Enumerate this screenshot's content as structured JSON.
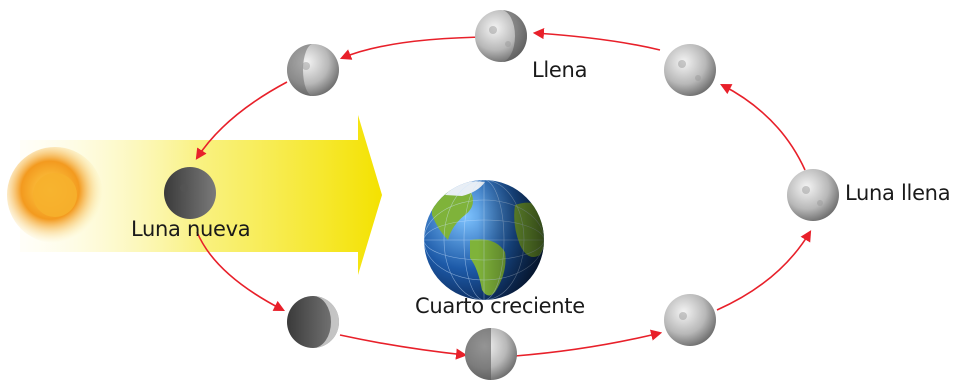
{
  "labels": {
    "llena": "Llena",
    "luna_llena": "Luna llena",
    "luna_nueva": "Luna nueva",
    "cuarto_creciente": "Cuarto creciente"
  },
  "colors": {
    "orbit": "#e8202a",
    "sun": "#f2a21e",
    "beam": "#f7e600",
    "ocean": "#1d5aa8",
    "land": "#7fb33a"
  },
  "icons": [
    "sun-icon",
    "earth-icon",
    "moon-icon",
    "orbit-arrow-icon"
  ]
}
